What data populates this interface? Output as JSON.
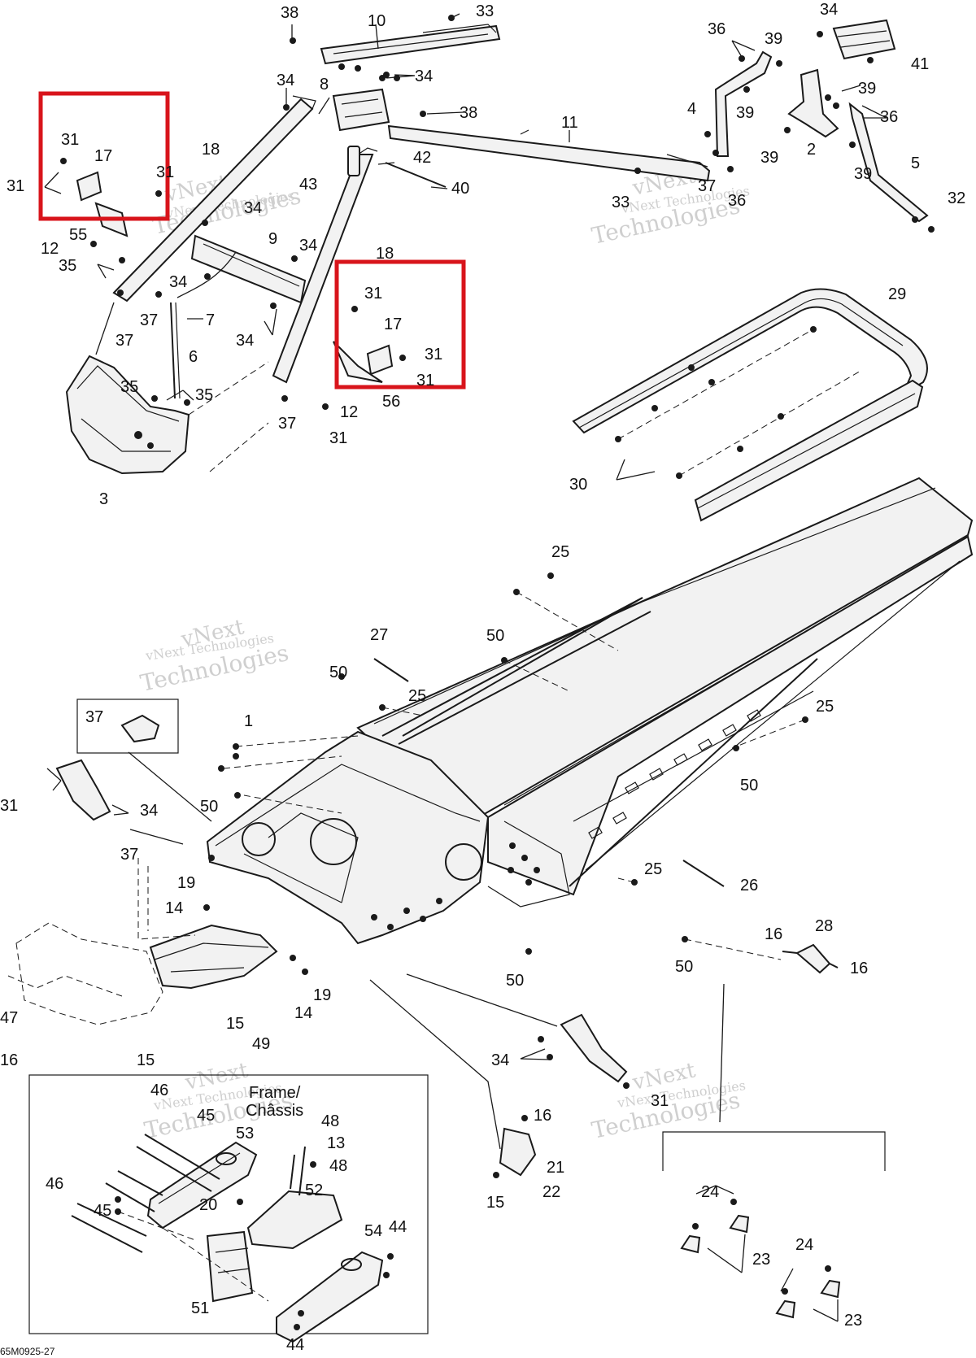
{
  "diagram": {
    "document_number": "65M0925-27",
    "inset_title_line1": "Frame/",
    "inset_title_line2": "Châssis",
    "watermark_line1": "vNext",
    "watermark_line2": "Technologies",
    "watermark_full": "vNext Technologies",
    "highlight_color": "#d8141b",
    "line_color": "#1a1a1a",
    "callouts": [
      {
        "id": "c38a",
        "text": "38"
      },
      {
        "id": "c10",
        "text": "10"
      },
      {
        "id": "c33a",
        "text": "33"
      },
      {
        "id": "c34a",
        "text": "34"
      },
      {
        "id": "c34b",
        "text": "34"
      },
      {
        "id": "c8",
        "text": "8"
      },
      {
        "id": "c38b",
        "text": "38"
      },
      {
        "id": "c11",
        "text": "11"
      },
      {
        "id": "c31a",
        "text": "31"
      },
      {
        "id": "c17a",
        "text": "17"
      },
      {
        "id": "c31b",
        "text": "31"
      },
      {
        "id": "c31c",
        "text": "31"
      },
      {
        "id": "c18a",
        "text": "18"
      },
      {
        "id": "c42",
        "text": "42"
      },
      {
        "id": "c40",
        "text": "40"
      },
      {
        "id": "c43",
        "text": "43"
      },
      {
        "id": "c33b",
        "text": "33"
      },
      {
        "id": "c34c",
        "text": "34"
      },
      {
        "id": "c55",
        "text": "55"
      },
      {
        "id": "c12a",
        "text": "12"
      },
      {
        "id": "c9",
        "text": "9"
      },
      {
        "id": "c34d",
        "text": "34"
      },
      {
        "id": "c18b",
        "text": "18"
      },
      {
        "id": "c35a",
        "text": "35"
      },
      {
        "id": "c34e",
        "text": "34"
      },
      {
        "id": "c31d",
        "text": "31"
      },
      {
        "id": "c37a",
        "text": "37"
      },
      {
        "id": "c7",
        "text": "7"
      },
      {
        "id": "c37b",
        "text": "37"
      },
      {
        "id": "c34f",
        "text": "34"
      },
      {
        "id": "c17b",
        "text": "17"
      },
      {
        "id": "c31e",
        "text": "31"
      },
      {
        "id": "c6",
        "text": "6"
      },
      {
        "id": "c31f",
        "text": "31"
      },
      {
        "id": "c35b",
        "text": "35"
      },
      {
        "id": "c35c",
        "text": "35"
      },
      {
        "id": "c56",
        "text": "56"
      },
      {
        "id": "c12b",
        "text": "12"
      },
      {
        "id": "c37c",
        "text": "37"
      },
      {
        "id": "c31g",
        "text": "31"
      },
      {
        "id": "c3",
        "text": "3"
      },
      {
        "id": "c34g",
        "text": "34"
      },
      {
        "id": "c36a",
        "text": "36"
      },
      {
        "id": "c39a",
        "text": "39"
      },
      {
        "id": "c41",
        "text": "41"
      },
      {
        "id": "c4",
        "text": "4"
      },
      {
        "id": "c39b",
        "text": "39"
      },
      {
        "id": "c39c",
        "text": "39"
      },
      {
        "id": "c36b",
        "text": "36"
      },
      {
        "id": "c2",
        "text": "2"
      },
      {
        "id": "c39d",
        "text": "39"
      },
      {
        "id": "c39e",
        "text": "39"
      },
      {
        "id": "c5",
        "text": "5"
      },
      {
        "id": "c37d",
        "text": "37"
      },
      {
        "id": "c36c",
        "text": "36"
      },
      {
        "id": "c32",
        "text": "32"
      },
      {
        "id": "c29",
        "text": "29"
      },
      {
        "id": "c30",
        "text": "30"
      },
      {
        "id": "c25a",
        "text": "25"
      },
      {
        "id": "c27",
        "text": "27"
      },
      {
        "id": "c50a",
        "text": "50"
      },
      {
        "id": "c50b",
        "text": "50"
      },
      {
        "id": "c25b",
        "text": "25"
      },
      {
        "id": "c25c",
        "text": "25"
      },
      {
        "id": "c37e",
        "text": "37"
      },
      {
        "id": "c1",
        "text": "1"
      },
      {
        "id": "c50c",
        "text": "50"
      },
      {
        "id": "c50d",
        "text": "50"
      },
      {
        "id": "c31h",
        "text": "31"
      },
      {
        "id": "c34h",
        "text": "34"
      },
      {
        "id": "c37f",
        "text": "37"
      },
      {
        "id": "c19a",
        "text": "19"
      },
      {
        "id": "c14a",
        "text": "14"
      },
      {
        "id": "c25d",
        "text": "25"
      },
      {
        "id": "c26",
        "text": "26"
      },
      {
        "id": "c16a",
        "text": "16"
      },
      {
        "id": "c28",
        "text": "28"
      },
      {
        "id": "c16b",
        "text": "16"
      },
      {
        "id": "c50e",
        "text": "50"
      },
      {
        "id": "c50f",
        "text": "50"
      },
      {
        "id": "c19b",
        "text": "19"
      },
      {
        "id": "c14b",
        "text": "14"
      },
      {
        "id": "c15a",
        "text": "15"
      },
      {
        "id": "c49",
        "text": "49"
      },
      {
        "id": "c47",
        "text": "47"
      },
      {
        "id": "c16c",
        "text": "16"
      },
      {
        "id": "c15b",
        "text": "15"
      },
      {
        "id": "c34i",
        "text": "34"
      },
      {
        "id": "c31i",
        "text": "31"
      },
      {
        "id": "c16d",
        "text": "16"
      },
      {
        "id": "c21",
        "text": "21"
      },
      {
        "id": "c22",
        "text": "22"
      },
      {
        "id": "c15c",
        "text": "15"
      },
      {
        "id": "c46a",
        "text": "46"
      },
      {
        "id": "c45a",
        "text": "45"
      },
      {
        "id": "c53",
        "text": "53"
      },
      {
        "id": "c48a",
        "text": "48"
      },
      {
        "id": "c13",
        "text": "13"
      },
      {
        "id": "c48b",
        "text": "48"
      },
      {
        "id": "c46b",
        "text": "46"
      },
      {
        "id": "c45b",
        "text": "45"
      },
      {
        "id": "c52",
        "text": "52"
      },
      {
        "id": "c20",
        "text": "20"
      },
      {
        "id": "c54",
        "text": "54"
      },
      {
        "id": "c44a",
        "text": "44"
      },
      {
        "id": "c51",
        "text": "51"
      },
      {
        "id": "c44b",
        "text": "44"
      },
      {
        "id": "c24a",
        "text": "24"
      },
      {
        "id": "c23a",
        "text": "23"
      },
      {
        "id": "c24b",
        "text": "24"
      },
      {
        "id": "c23b",
        "text": "23"
      }
    ]
  }
}
